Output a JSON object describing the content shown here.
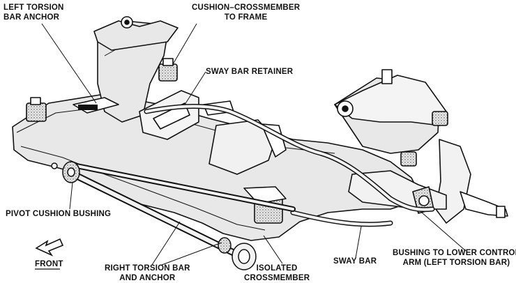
{
  "labels": {
    "left_torsion_bar_anchor": [
      "LEFT TORSION",
      "BAR ANCHOR"
    ],
    "cushion_crossmember": [
      "CUSHION–CROSSMEMBER",
      "TO FRAME"
    ],
    "sway_bar_retainer": "SWAY BAR RETAINER",
    "pivot_cushion_bushing": "PIVOT CUSHION BUSHING",
    "front": "FRONT",
    "right_torsion_bar": [
      "RIGHT TORSION BAR",
      "AND ANCHOR"
    ],
    "isolated_crossmember": [
      "ISOLATED",
      "CROSSMEMBER"
    ],
    "sway_bar": "SWAY BAR",
    "bushing_lower_control_arm": [
      "BUSHING TO LOWER CONTROL",
      "ARM (LEFT TORSION BAR)"
    ]
  },
  "colors": {
    "ink": "#111111",
    "fill": "#e8e8e8",
    "shade": "#bdbdbd"
  }
}
